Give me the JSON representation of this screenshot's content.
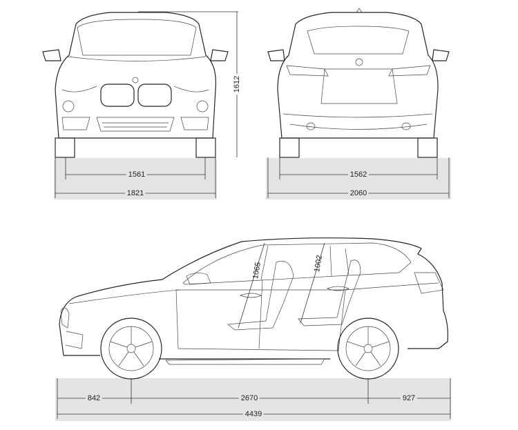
{
  "front_view": {
    "track_width": "1561",
    "overall_width": "1821",
    "height": "1612"
  },
  "rear_view": {
    "track_width": "1562",
    "overall_width_with_mirrors": "2060"
  },
  "side_view": {
    "front_headroom": "1065",
    "rear_headroom": "1002",
    "front_overhang": "842",
    "wheelbase": "2670",
    "rear_overhang": "927",
    "overall_length": "4439"
  }
}
